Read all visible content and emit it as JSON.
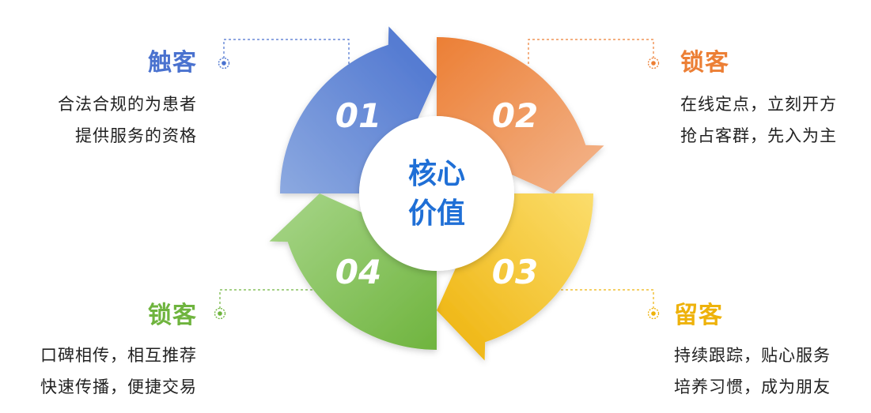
{
  "center": {
    "line1": "核心",
    "line2": "价值"
  },
  "segments": [
    {
      "number": "01",
      "title": "触客",
      "lines": [
        "合法合规的为患者",
        "提供服务的资格"
      ],
      "color": "#4A72CF",
      "light": "#8CA9E0"
    },
    {
      "number": "02",
      "title": "锁客",
      "lines": [
        "在线定点，立刻开方",
        "抢占客群，先入为主"
      ],
      "color": "#EC7F35",
      "light": "#F3B68E"
    },
    {
      "number": "03",
      "title": "留客",
      "lines": [
        "持续跟踪，贴心服务",
        "培养习惯，成为朋友"
      ],
      "color": "#EEB20A",
      "light": "#FBDD6C"
    },
    {
      "number": "04",
      "title": "锁客",
      "lines": [
        "口碑相传，相互推荐",
        "快速传播，便捷交易"
      ],
      "color": "#6FB43E",
      "light": "#A8D68A"
    }
  ],
  "colors": {
    "center_text": "#1F6FD6",
    "body_text": "#222222"
  },
  "icons": [
    "target-icon"
  ]
}
